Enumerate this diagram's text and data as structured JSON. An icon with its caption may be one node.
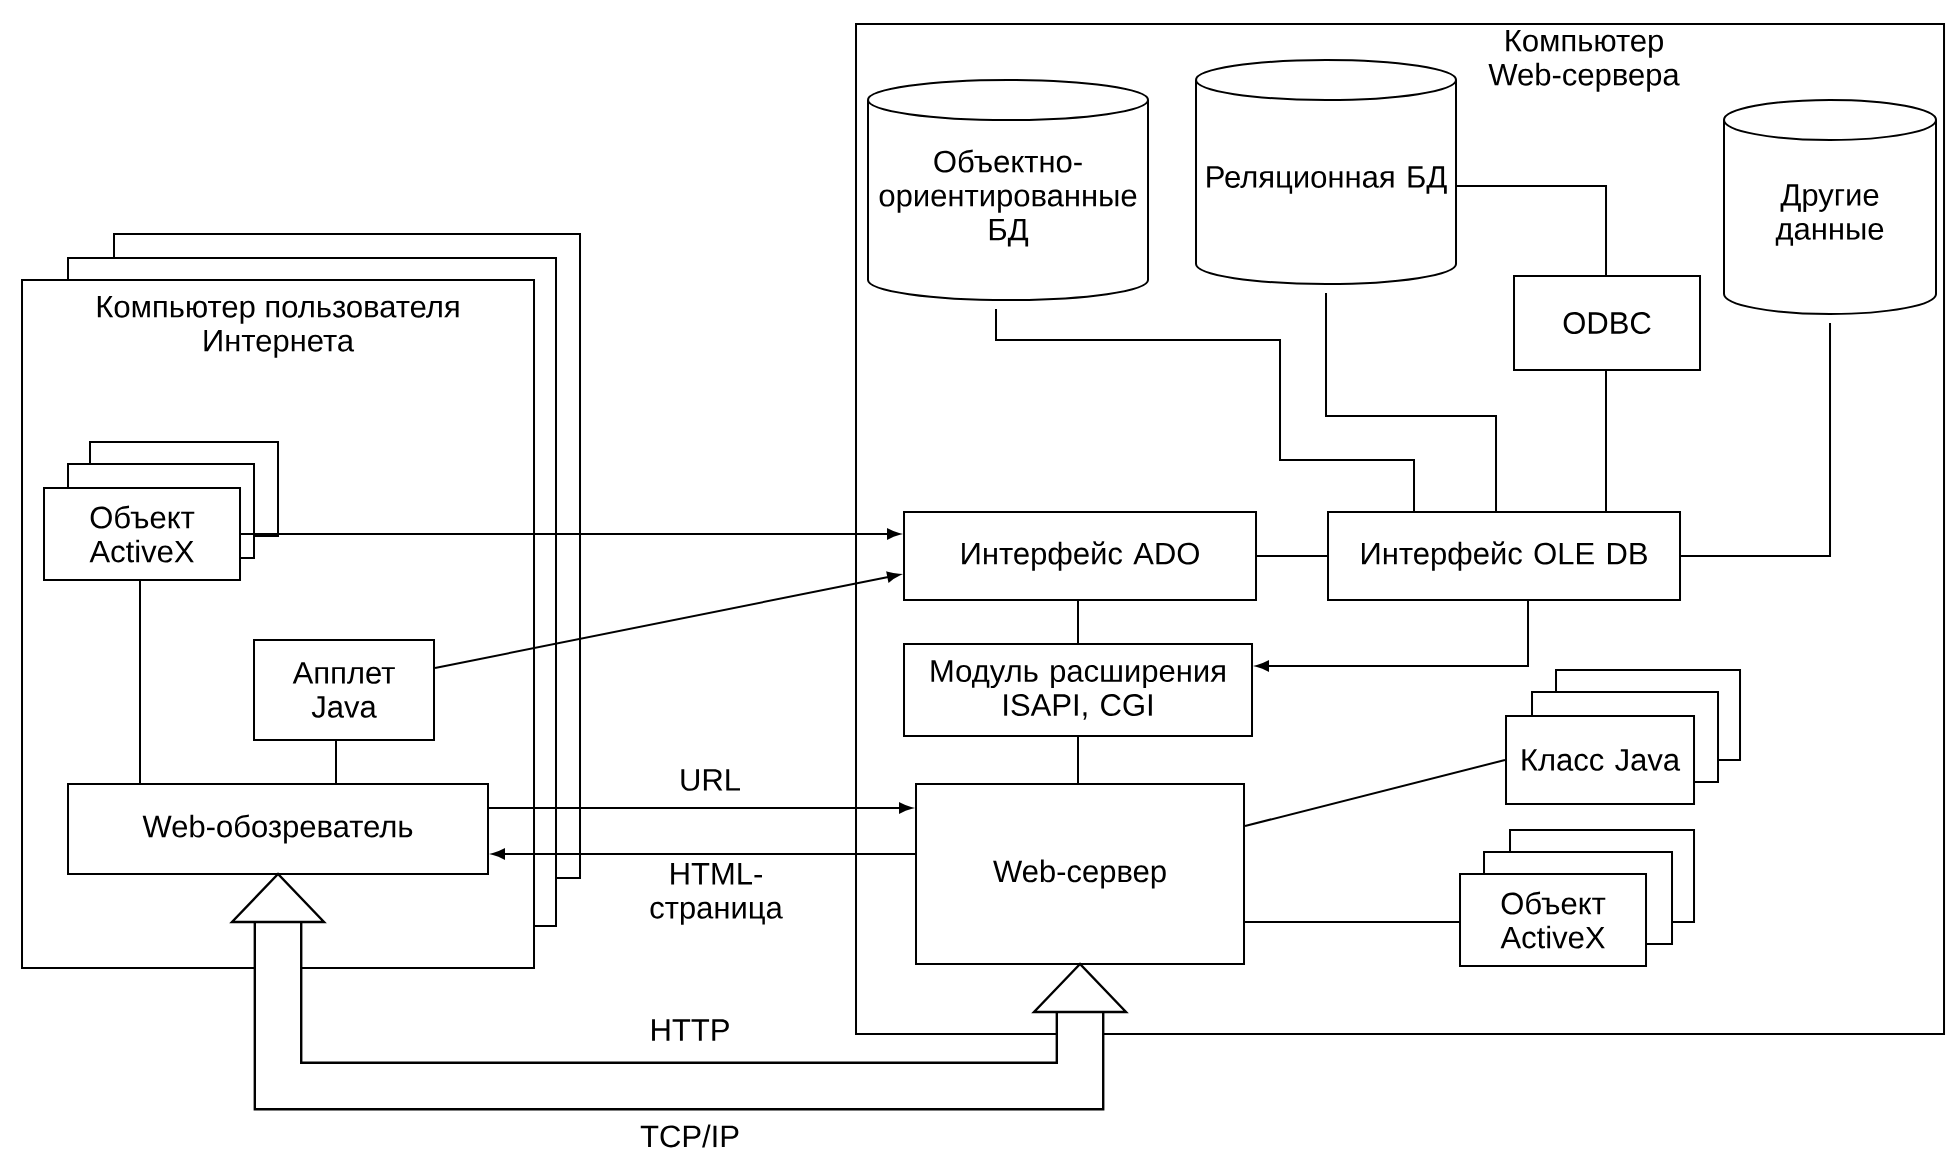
{
  "diagram": {
    "nodes": [
      {
        "text": [
          "Компьютер пользователя Интернета"
        ]
      },
      {
        "text": [
          "Объект ActiveX"
        ],
        "in": 0
      },
      {
        "text": [
          "Апплет Java"
        ],
        "in": 0
      },
      {
        "text": [
          "Web-обозреватель"
        ],
        "in": 0
      },
      {
        "text": [
          "Компьютер Web-сервера"
        ]
      },
      {
        "text": [
          "Объектно-ориентированные БД"
        ],
        "in": 4
      },
      {
        "text": [
          "Реляционная БД"
        ],
        "in": 4
      },
      {
        "text": [
          "Другие данные"
        ],
        "in": 4
      },
      {
        "text": [
          "ODBC"
        ],
        "in": 4
      },
      {
        "text": [
          "Интерфейс ADO"
        ],
        "in": 4
      },
      {
        "text": [
          "Интерфейс OLE DB"
        ],
        "in": 4
      },
      {
        "text": [
          "Модуль расширения ISAPI, CGI"
        ],
        "in": 4
      },
      {
        "text": [
          "Web-сервер"
        ],
        "in": 4
      },
      {
        "text": [
          "Класс Java"
        ],
        "in": 4
      },
      {
        "text": [
          "Объект ActiveX"
        ],
        "in": 4
      }
    ],
    "edges": [
      {
        "from": 1,
        "to": 9,
        "arrow": "to"
      },
      {
        "from": 2,
        "to": 9,
        "arrow": "to"
      },
      {
        "from": 1,
        "to": 3,
        "arrow": "none"
      },
      {
        "from": 2,
        "to": 3,
        "arrow": "none"
      },
      {
        "from": 3,
        "to": 12,
        "arrow": "to",
        "label": "URL"
      },
      {
        "from": 12,
        "to": 3,
        "arrow": "to",
        "label": "HTML-страница"
      },
      {
        "from": 3,
        "to": 12,
        "arrow": "both",
        "label": "HTTP",
        "style": "thick"
      },
      {
        "from": 5,
        "to": 10,
        "arrow": "none"
      },
      {
        "from": 6,
        "to": 10,
        "arrow": "none"
      },
      {
        "from": 6,
        "to": 8,
        "arrow": "none"
      },
      {
        "from": 8,
        "to": 10,
        "arrow": "none"
      },
      {
        "from": 7,
        "to": 10,
        "arrow": "none"
      },
      {
        "from": 9,
        "to": 10,
        "arrow": "none"
      },
      {
        "from": 9,
        "to": 11,
        "arrow": "none"
      },
      {
        "from": 10,
        "to": 11,
        "arrow": "to"
      },
      {
        "from": 11,
        "to": 12,
        "arrow": "none"
      },
      {
        "from": 12,
        "to": 13,
        "arrow": "none"
      },
      {
        "from": 12,
        "to": 14,
        "arrow": "none"
      }
    ],
    "labels": [
      "TCP/IP"
    ]
  }
}
